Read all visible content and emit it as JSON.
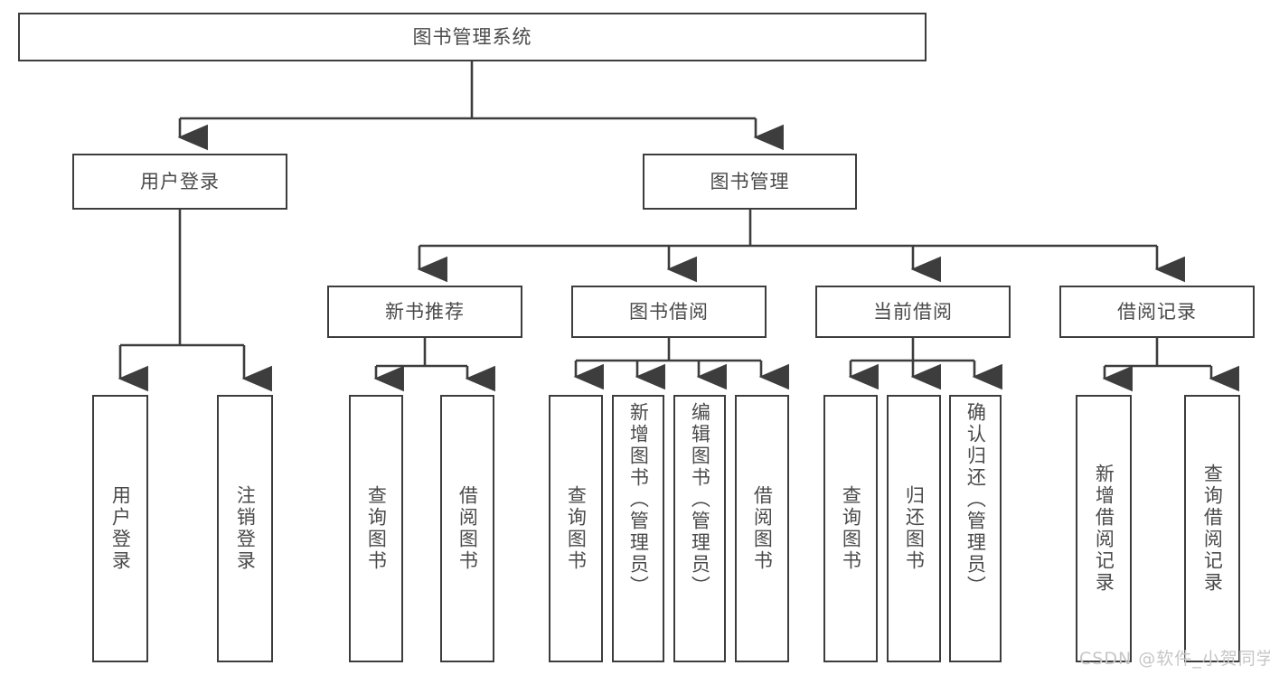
{
  "diagram": {
    "title": "图书管理系统",
    "type": "tree-hierarchy-chart",
    "colors": {
      "box_border": "#3d3d3d",
      "box_fill": "#ffffff",
      "text": "#4a4a4a",
      "connector": "#3d3d3d",
      "watermark": "#c6c6c6"
    }
  },
  "root": {
    "label": "图书管理系统"
  },
  "level2": [
    {
      "label": "用户登录"
    },
    {
      "label": "图书管理"
    }
  ],
  "level3": [
    {
      "label": "新书推荐"
    },
    {
      "label": "图书借阅"
    },
    {
      "label": "当前借阅"
    },
    {
      "label": "借阅记录"
    }
  ],
  "leaves": {
    "user_login": [
      {
        "label": "用户登录"
      },
      {
        "label": "注销登录"
      }
    ],
    "new_book_recommend": [
      {
        "label": "查询图书"
      },
      {
        "label": "借阅图书"
      }
    ],
    "book_borrow": [
      {
        "label": "查询图书"
      },
      {
        "label": "新增图书（管理员）"
      },
      {
        "label": "编辑图书（管理员）"
      },
      {
        "label": "借阅图书"
      }
    ],
    "current_borrow": [
      {
        "label": "查询图书"
      },
      {
        "label": "归还图书"
      },
      {
        "label": "确认归还（管理员）"
      }
    ],
    "borrow_record": [
      {
        "label": "新增借阅记录"
      },
      {
        "label": "查询借阅记录"
      }
    ]
  },
  "watermark": {
    "text": "CSDN @软件_小贺同学"
  }
}
